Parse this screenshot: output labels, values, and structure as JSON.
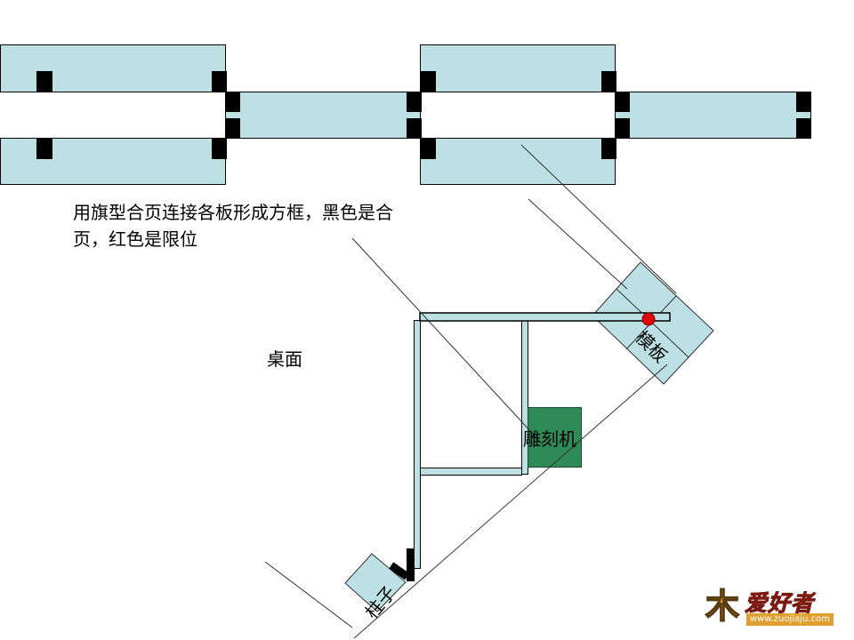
{
  "diagram": {
    "caption": "用旗型合页连接各板形成方框，黑色是合页，红色是限位",
    "caption_line1": "用旗型合页连接各板形成方框，黑色是合",
    "caption_line2": "页，红色是限位",
    "labels": {
      "desktop": "桌面",
      "template": "模板",
      "engraver": "雕刻机",
      "pillar": "柱子"
    },
    "legend": {
      "black": "合页 (hinge)",
      "red": "限位 (stop)"
    },
    "colors": {
      "board_fill": "#bde0e4",
      "board_stroke": "#000000",
      "hinge": "#000000",
      "stop": "#e00000",
      "engraver": "#2e8b57",
      "guide_line": "#333333"
    }
  },
  "watermark": {
    "logo_mark": "木",
    "brand": "爱好者",
    "url": "www.zuojiaju.com"
  }
}
